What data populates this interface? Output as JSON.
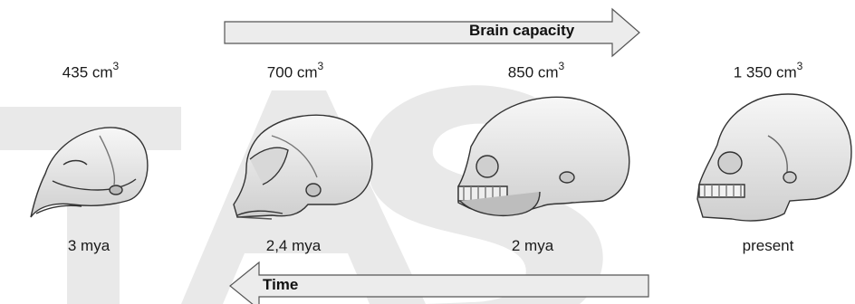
{
  "watermark": {
    "letters": [
      "T",
      "A",
      "S"
    ],
    "color": "#e6e6e6"
  },
  "brain_arrow": {
    "label": "Brain capacity",
    "direction": "right"
  },
  "time_arrow": {
    "label": "Time",
    "direction": "left"
  },
  "specimens": [
    {
      "volume": "435 cm",
      "volume_unit_exp": "3",
      "age": "3 mya"
    },
    {
      "volume": "700 cm",
      "volume_unit_exp": "3",
      "age": "2,4 mya"
    },
    {
      "volume": "850 cm",
      "volume_unit_exp": "3",
      "age": "2 mya"
    },
    {
      "volume": "1 350 cm",
      "volume_unit_exp": "3",
      "age": "present"
    }
  ]
}
